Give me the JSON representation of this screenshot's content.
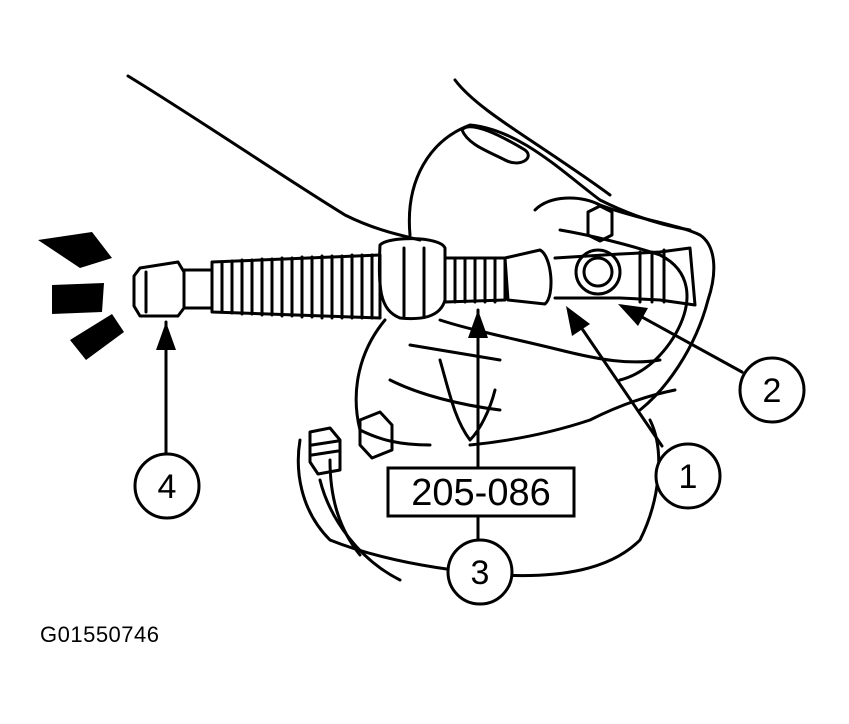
{
  "diagram": {
    "figure_id": "G01550746",
    "tool_number": "205-086",
    "callouts": [
      {
        "id": "callout-1",
        "label": "1"
      },
      {
        "id": "callout-2",
        "label": "2"
      },
      {
        "id": "callout-3",
        "label": "3"
      },
      {
        "id": "callout-4",
        "label": "4"
      }
    ],
    "colors": {
      "ink": "#000000",
      "paper": "#ffffff"
    }
  }
}
